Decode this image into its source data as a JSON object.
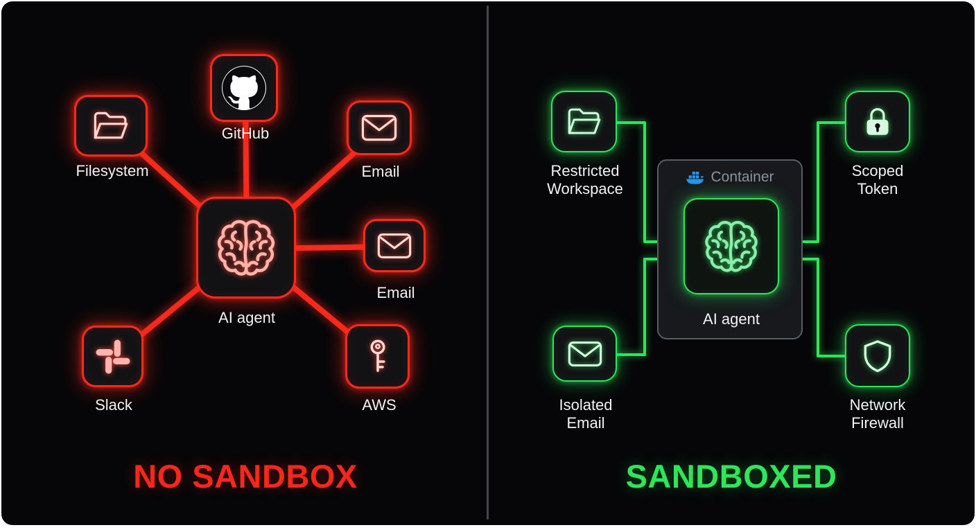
{
  "left_panel": {
    "title": "NO SANDBOX",
    "accent_color": "#ff2a1c",
    "agent": {
      "label": "AI agent",
      "icon": "brain-icon"
    },
    "nodes": [
      {
        "label": "Filesystem",
        "icon": "folder-icon"
      },
      {
        "label": "GitHub",
        "icon": "github-icon"
      },
      {
        "label": "Email",
        "icon": "envelope-icon"
      },
      {
        "label": "Email",
        "icon": "envelope-icon"
      },
      {
        "label": "Slack",
        "icon": "slack-icon"
      },
      {
        "label": "AWS",
        "icon": "key-icon"
      }
    ]
  },
  "right_panel": {
    "title": "SANDBOXED",
    "accent_color": "#2ee65a",
    "container": {
      "label": "Container",
      "icon": "docker-icon",
      "border_color": "#585e66",
      "docker_blue": "#2496ed"
    },
    "agent": {
      "label": "AI agent",
      "icon": "brain-icon"
    },
    "nodes": [
      {
        "label": "Restricted Workspace",
        "icon": "folder-icon"
      },
      {
        "label": "Scoped Token",
        "icon": "lock-icon"
      },
      {
        "label": "Isolated Email",
        "icon": "envelope-icon"
      },
      {
        "label": "Network Firewall",
        "icon": "shield-icon"
      }
    ]
  }
}
